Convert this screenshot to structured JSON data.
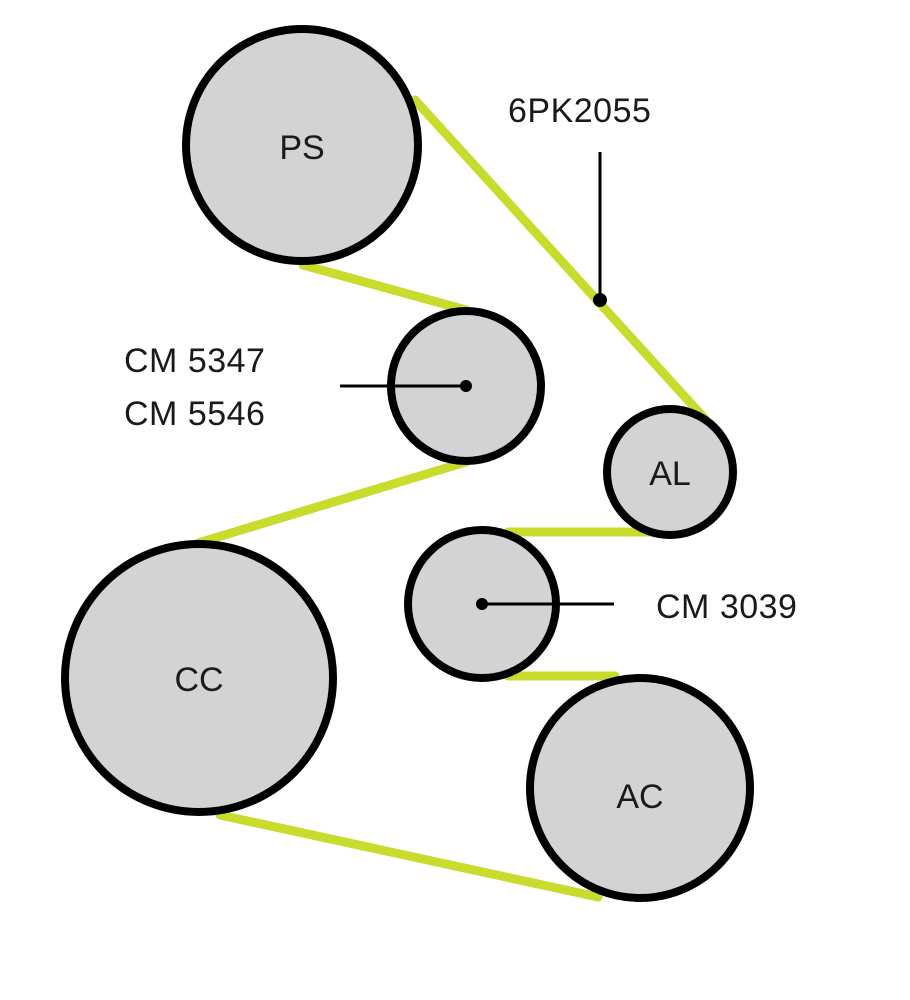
{
  "colors": {
    "belt": "#c8dc2e",
    "pulley_fill": "#d3d3d3",
    "pulley_outline": "#000000",
    "text": "#1a1a1a"
  },
  "pulleys": {
    "ps": {
      "label": "PS"
    },
    "idler_upper": {
      "label": ""
    },
    "al": {
      "label": "AL"
    },
    "idler_lower": {
      "label": ""
    },
    "cc": {
      "label": "CC"
    },
    "ac": {
      "label": "AC"
    }
  },
  "callouts": {
    "belt_part": "6PK2055",
    "upper_idler_line1": "CM 5347",
    "upper_idler_line2": "CM 5546",
    "lower_idler": "CM 3039"
  }
}
